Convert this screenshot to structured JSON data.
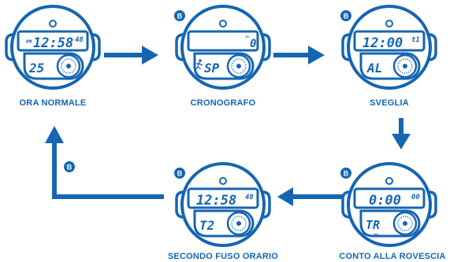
{
  "colors": {
    "blue": "#1565b3",
    "white": "#ffffff"
  },
  "button_letter": "B",
  "watches": [
    {
      "name": "ORA NORMALE",
      "left_small": "PM",
      "main": "12:58",
      "sup": "48",
      "lower": "25"
    },
    {
      "name": "CRONOGRAFO",
      "left_small": "",
      "main": "0",
      "sup": "\"",
      "lower": "SP"
    },
    {
      "name": "SVEGLIA",
      "left_small": "",
      "main": "12:00",
      "sup": "t1",
      "lower": "AL"
    },
    {
      "name": "CONTO ALLA ROVESCIA",
      "left_small": "",
      "main": "0:00",
      "sup": "00",
      "lower": "TR",
      "lower_small": "TR"
    },
    {
      "name": "SECONDO FUSO ORARIO",
      "left_small": "",
      "main": "12:58",
      "sup": "48",
      "lower": "T2"
    }
  ]
}
